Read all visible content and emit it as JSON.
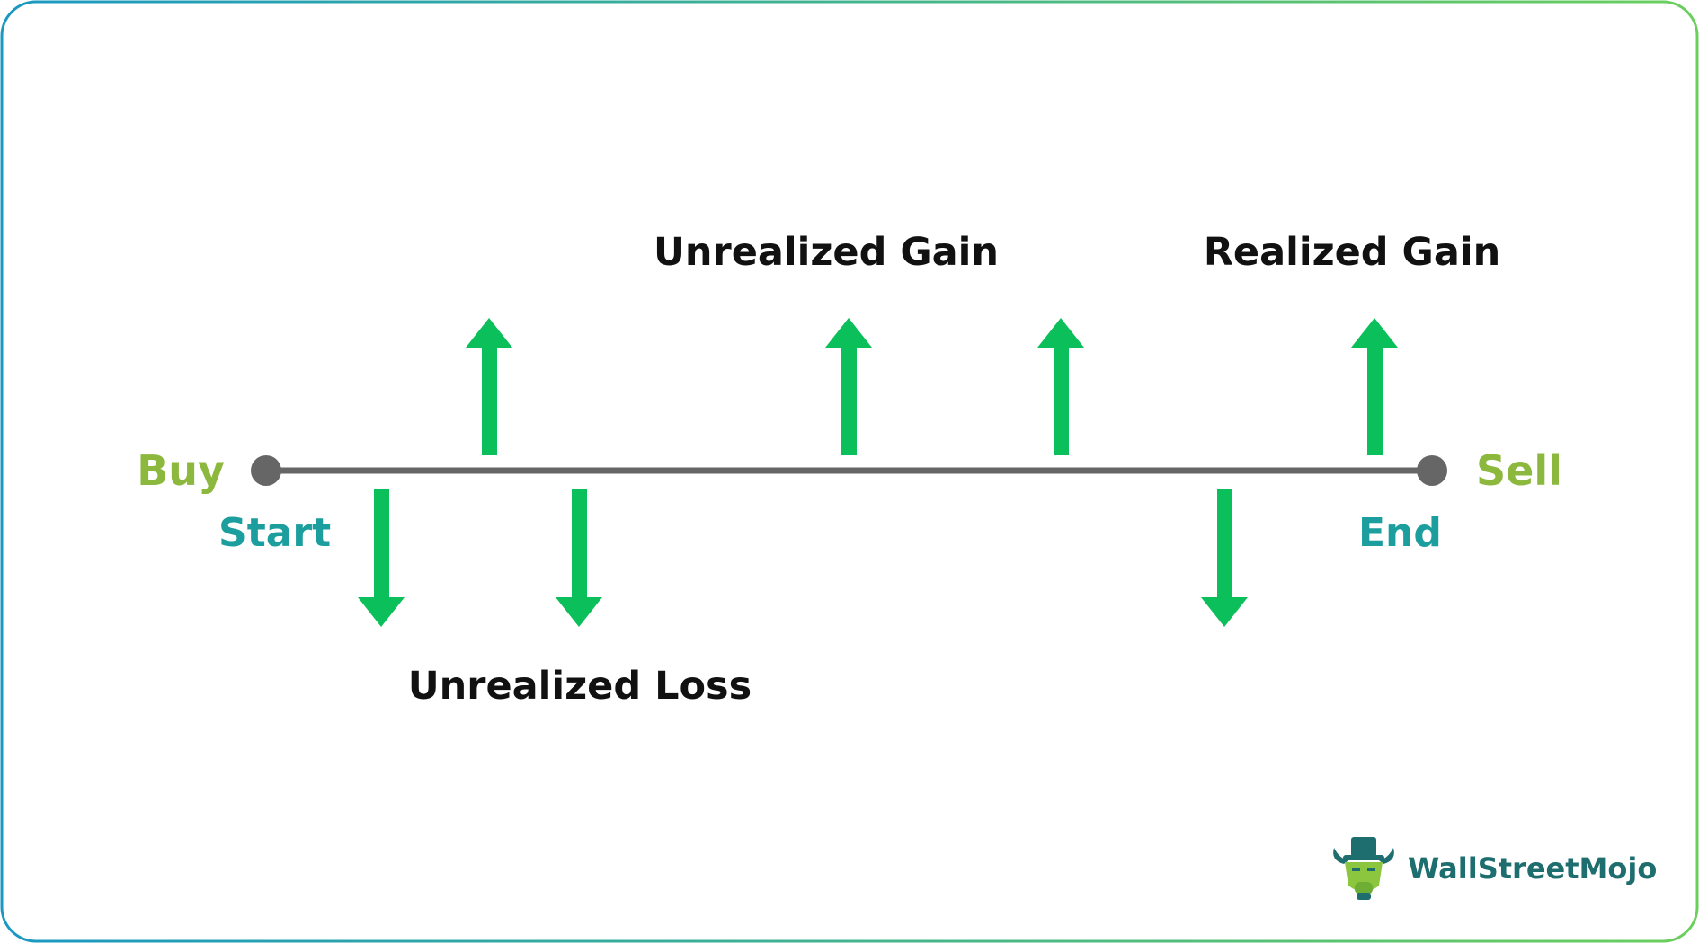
{
  "timeline": {
    "buy_label": "Buy",
    "start_label": "Start",
    "sell_label": "Sell",
    "end_label": "End"
  },
  "labels": {
    "unrealized_gain": "Unrealized Gain",
    "realized_gain": "Realized Gain",
    "unrealized_loss": "Unrealized Loss"
  },
  "logo": {
    "text": "WallStreetMojo"
  },
  "colors": {
    "arrow": "#0BBF5A",
    "timeline": "#666666",
    "buy_sell": "#8CB83E",
    "start_end": "#1C9E9E",
    "label": "#111111"
  }
}
